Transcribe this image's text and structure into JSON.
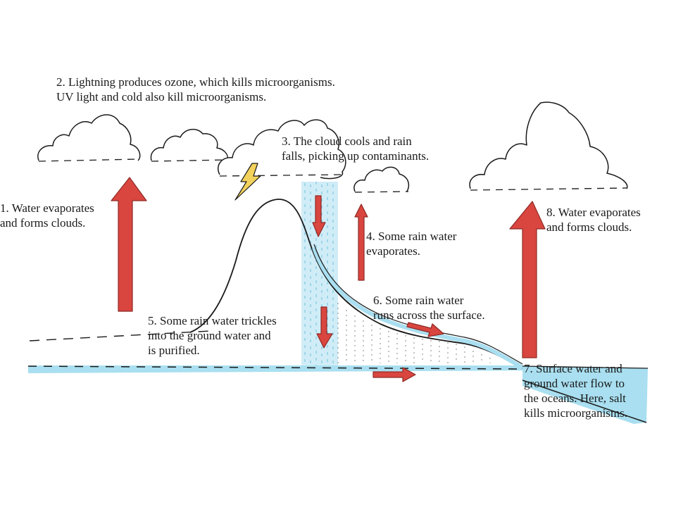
{
  "labels": {
    "step1": {
      "line1": "1. Water evaporates",
      "line2": "and forms clouds."
    },
    "step2": {
      "line1": "2. Lightning produces ozone, which kills microorganisms.",
      "line2": "UV light and cold also kill microorganisms."
    },
    "step3": {
      "line1": "3.  The cloud cools and rain",
      "line2": "falls, picking up contaminants."
    },
    "step4": {
      "line1": "4.  Some rain water",
      "line2": "evaporates."
    },
    "step5": {
      "line1": "5.  Some rain water trickles",
      "line2": "into the ground water and",
      "line3": "is purified."
    },
    "step6": {
      "line1": "6.  Some rain water",
      "line2": "runs across the surface."
    },
    "step7": {
      "line1": "7.  Surface water and",
      "line2": "ground water flow to",
      "line3": "the oceans.  Here, salt",
      "line4": "kills microorganisms."
    },
    "step8": {
      "line1": "8.  Water evaporates",
      "line2": "and forms clouds."
    }
  },
  "colors": {
    "arrow": "#d9463f",
    "arrow_outline": "#8e2a26",
    "water": "#a9dff0",
    "ink": "#1a1a1a",
    "lightning": "#f2d25c"
  }
}
